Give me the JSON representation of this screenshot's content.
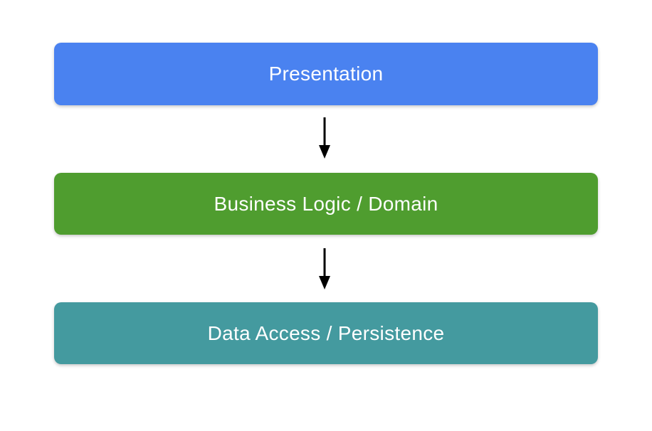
{
  "diagram": {
    "background_color": "#ffffff",
    "text_color": "#ffffff",
    "arrow_color": "#000000",
    "layers": [
      {
        "label": "Presentation",
        "color": "#4a82f0"
      },
      {
        "label": "Business Logic / Domain",
        "color": "#4f9d2f"
      },
      {
        "label": "Data Access / Persistence",
        "color": "#449a9f"
      }
    ]
  }
}
